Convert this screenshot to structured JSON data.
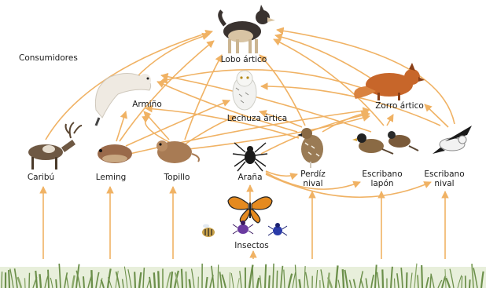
{
  "title": "Consumidores",
  "colors": {
    "arrow": "#f0b264",
    "grass": "#6b8f4a"
  },
  "nodes": {
    "lobo": "Lobo ártico",
    "armino": "Armiño",
    "lechuza": "Lechuza ártica",
    "zorro": "Zorro ártico",
    "caribu": "Caribú",
    "leming": "Leming",
    "topillo": "Topillo",
    "arana": "Araña",
    "perdiz": "Perdíz nival",
    "escribano_lapon": "Escribano lapón",
    "escribano_nival": "Escribano nival",
    "insectos": "Insectos"
  },
  "icons": [
    "wolf-icon",
    "stoat-icon",
    "owl-icon",
    "fox-icon",
    "caribou-icon",
    "lemming-icon",
    "vole-icon",
    "spider-icon",
    "ptarmigan-icon",
    "lapland-bunting-icon",
    "snow-bunting-icon",
    "butterfly-icon",
    "bee-icon",
    "beetle-icon",
    "plants-icon"
  ]
}
